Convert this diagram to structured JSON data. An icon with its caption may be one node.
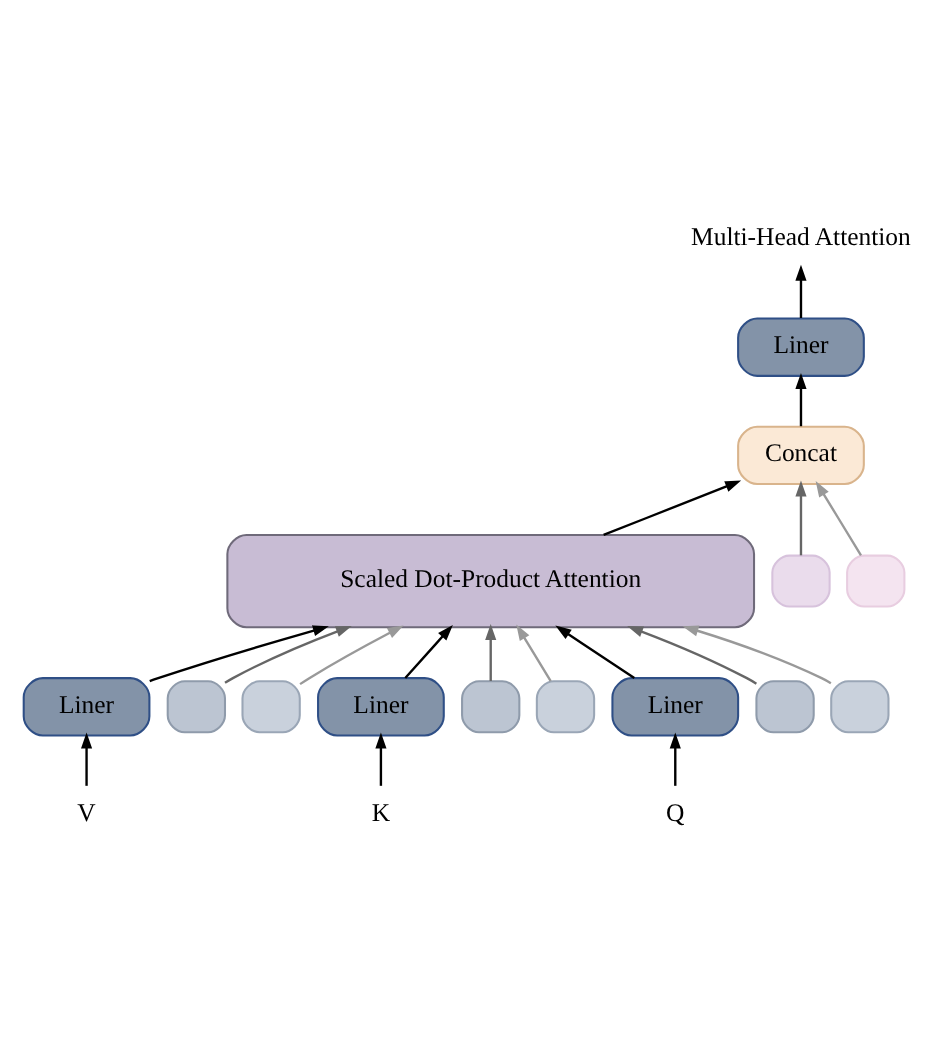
{
  "diagram": {
    "nodes": [
      {
        "text": [
          "Multi-Head Attention"
        ]
      },
      {
        "text": [
          "Liner"
        ]
      },
      {
        "text": [
          "Concat"
        ]
      },
      {
        "text": [],
        "shape": "box"
      },
      {
        "text": [],
        "shape": "box"
      },
      {
        "text": [
          "Scaled Dot-Product Attention"
        ]
      },
      {
        "text": [],
        "shape": "box"
      },
      {
        "text": [],
        "shape": "box"
      },
      {
        "text": [
          "Liner"
        ]
      },
      {
        "text": [],
        "shape": "box"
      },
      {
        "text": [],
        "shape": "box"
      },
      {
        "text": [
          "Liner"
        ]
      },
      {
        "text": [],
        "shape": "box"
      },
      {
        "text": [],
        "shape": "box"
      },
      {
        "text": [
          "Liner"
        ]
      },
      {
        "text": [
          "V"
        ]
      },
      {
        "text": [
          "K"
        ]
      },
      {
        "text": [
          "Q"
        ]
      }
    ],
    "edges": [
      {
        "from": 15,
        "to": 8,
        "arrow": "to"
      },
      {
        "from": 16,
        "to": 11,
        "arrow": "to"
      },
      {
        "from": 17,
        "to": 14,
        "arrow": "to"
      },
      {
        "from": 8,
        "to": 5,
        "arrow": "to"
      },
      {
        "from": 7,
        "to": 5,
        "arrow": "to",
        "color": "#666666"
      },
      {
        "from": 6,
        "to": 5,
        "arrow": "to",
        "color": "#999999"
      },
      {
        "from": 11,
        "to": 5,
        "arrow": "to"
      },
      {
        "from": 10,
        "to": 5,
        "arrow": "to",
        "color": "#666666"
      },
      {
        "from": 9,
        "to": 5,
        "arrow": "to",
        "color": "#999999"
      },
      {
        "from": 14,
        "to": 5,
        "arrow": "to"
      },
      {
        "from": 13,
        "to": 5,
        "arrow": "to",
        "color": "#666666"
      },
      {
        "from": 12,
        "to": 5,
        "arrow": "to",
        "color": "#999999"
      },
      {
        "from": 5,
        "to": 2,
        "arrow": "to"
      },
      {
        "from": 4,
        "to": 2,
        "arrow": "to",
        "color": "#666666"
      },
      {
        "from": 3,
        "to": 2,
        "arrow": "to",
        "color": "#999999"
      },
      {
        "from": 2,
        "to": 1,
        "arrow": "to"
      },
      {
        "from": 1,
        "to": 0,
        "arrow": "to"
      }
    ]
  }
}
